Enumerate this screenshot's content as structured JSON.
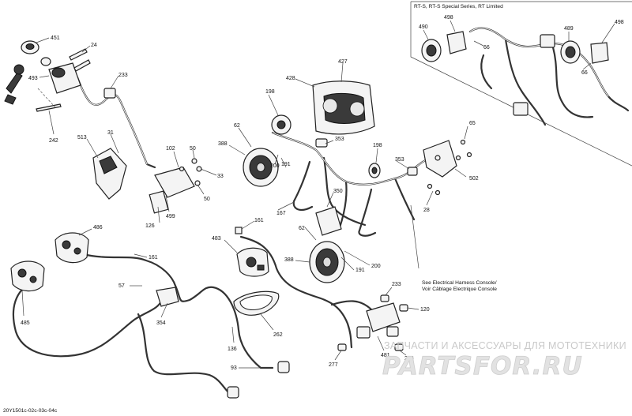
{
  "callouts": {
    "c451": "451",
    "c24": "24",
    "c493": "493",
    "c233a": "233",
    "c242": "242",
    "c31": "31",
    "c513": "513",
    "c102": "102",
    "c50a": "50",
    "c33": "33",
    "c50b": "50",
    "c499": "499",
    "c126": "126",
    "c198a": "198",
    "c428": "428",
    "c427": "427",
    "c62a": "62",
    "c388a": "388",
    "c353a": "353",
    "c191a": "191",
    "c200a": "200",
    "c198b": "198",
    "c353b": "353",
    "c65": "65",
    "c502": "502",
    "c350": "350",
    "c167": "167",
    "c28": "28",
    "c161a": "161",
    "c483": "483",
    "c62b": "62",
    "c388b": "388",
    "c191b": "191",
    "c200b": "200",
    "c486": "486",
    "c161b": "161",
    "c485": "485",
    "c57": "57",
    "c354": "354",
    "c262": "262",
    "c136": "136",
    "c93": "93",
    "c277": "277",
    "c233b": "233",
    "c120": "120",
    "c481": "481",
    "c233c": "233",
    "c490": "490",
    "c498a": "498",
    "c66a": "66",
    "c489": "489",
    "c498b": "498",
    "c66b": "66"
  },
  "inset": {
    "title": "RT-S, RT-S Special Series, RT Limited"
  },
  "note": {
    "line1": "See Electrical Harness Console/",
    "line2": "Voir Câblage Electrique Console"
  },
  "watermark": {
    "text_ru": "ЗАПЧАСТИ И АКСЕССУАРЫ ДЛЯ МОТОТЕХНИКИ",
    "logo": "PARTSFOR.RU"
  },
  "footer": {
    "code": "20Y1501c-02c-03c-04c"
  }
}
